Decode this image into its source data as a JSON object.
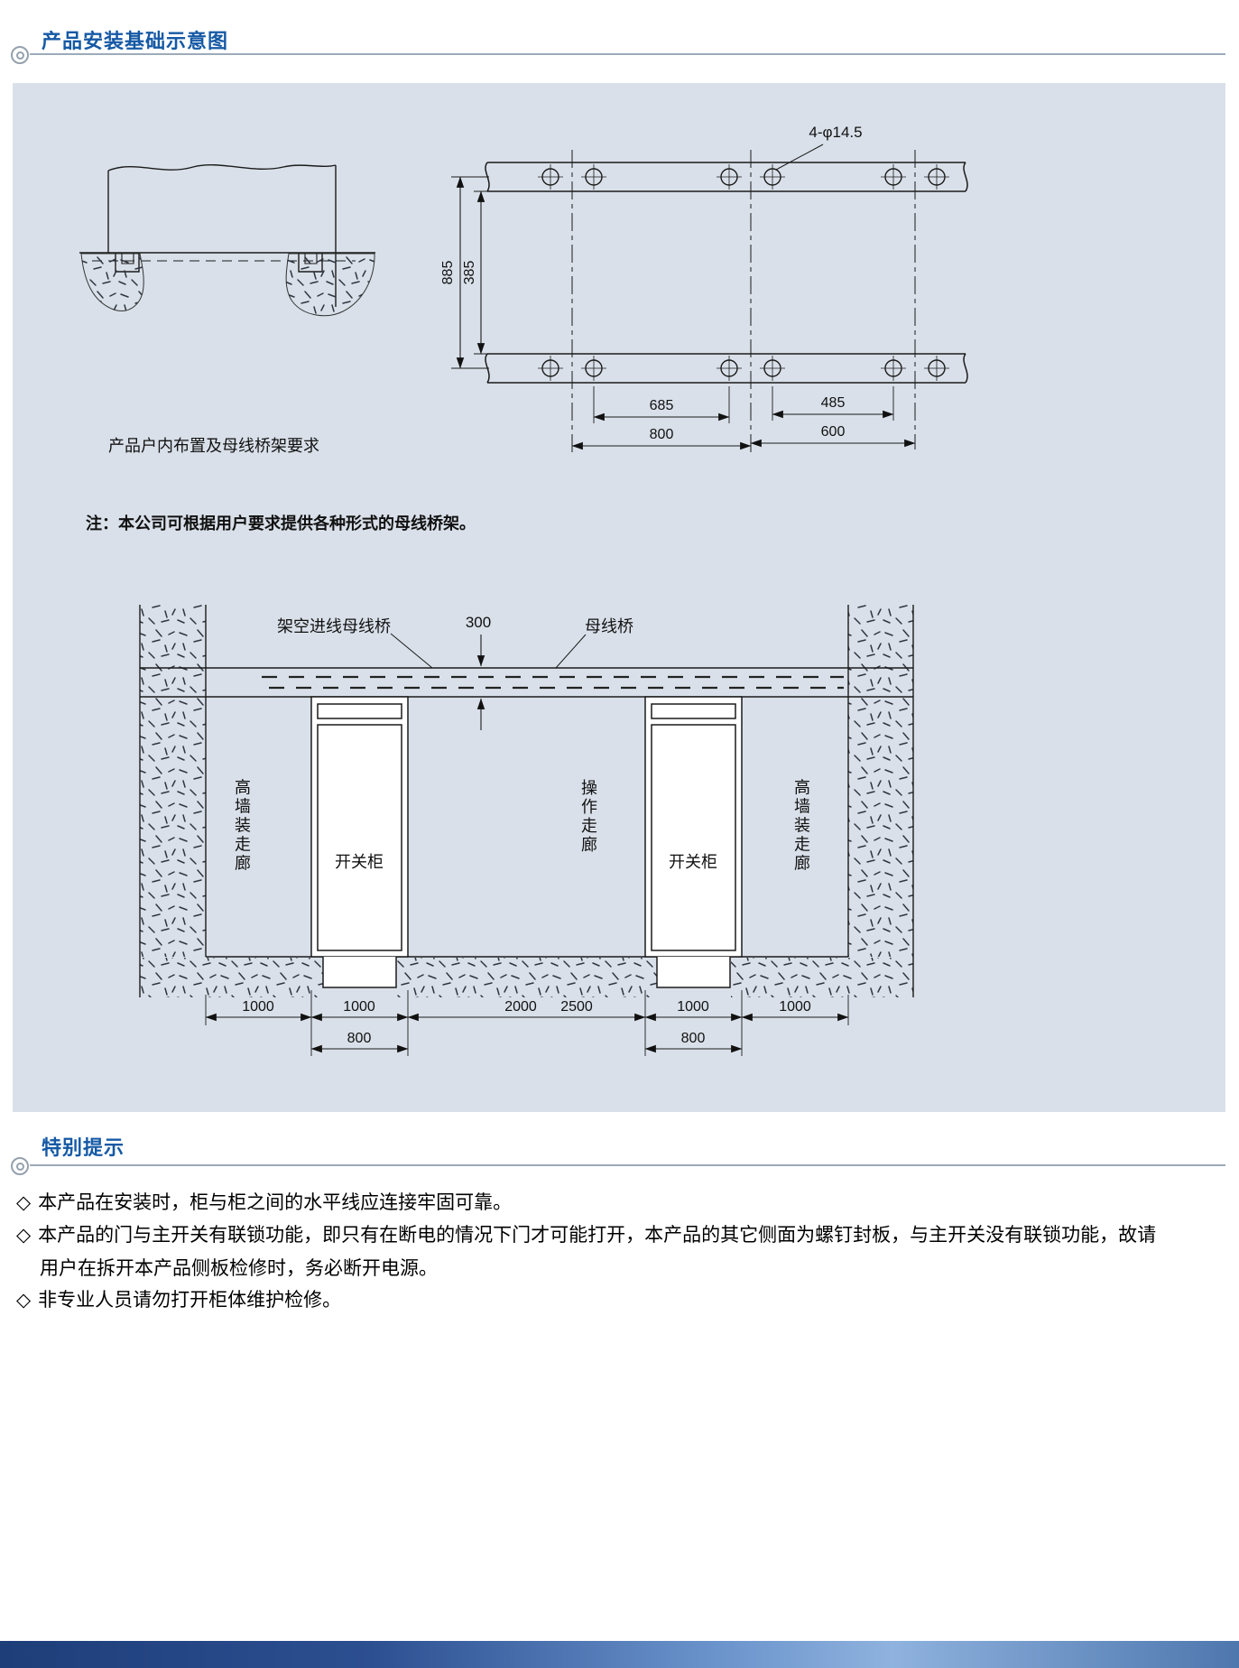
{
  "sections": {
    "install_title": "产品安装基础示意图",
    "tips_title": "特别提示"
  },
  "layout_drawing": {
    "caption": "产品户内布置及母线桥架要求",
    "note": "注：本公司可根据用户要求提供各种形式的母线桥架。",
    "hole_callout": "4-φ14.5",
    "dim_885": "885",
    "dim_385": "385",
    "dim_685": "685",
    "dim_485": "485",
    "dim_800": "800",
    "dim_600": "600"
  },
  "install_drawing": {
    "overhead_busbar_label": "架空进线母线桥",
    "busbar_label": "母线桥",
    "dim_300": "300",
    "corridor_left": "高墙装走廊",
    "corridor_center": "操作走廊",
    "corridor_right": "高墙装走廊",
    "cabinet_left": "开关柜",
    "cabinet_right": "开关柜",
    "dims_row1": [
      "1000",
      "1000",
      "2000",
      "2500",
      "1000",
      "1000"
    ],
    "dims_row2": [
      "800",
      "800"
    ]
  },
  "tips": {
    "bullet": "◇",
    "line1": "本产品在安装时，柜与柜之间的水平线应连接牢固可靠。",
    "line2a": "本产品的门与主开关有联锁功能，即只有在断电的情况下门才可能打开，本产品的其它侧面为螺钉封板，与主开关没有联锁功能，故请",
    "line2b": "用户在拆开本产品侧板检修时，务必断开电源。",
    "line3": "非专业人员请勿打开柜体维护检修。"
  },
  "colors": {
    "accent_blue": "#1559a5",
    "panel_bg": "#d9e0e9",
    "footer_dark": "#1e3e79",
    "footer_light": "#8fb2de"
  }
}
